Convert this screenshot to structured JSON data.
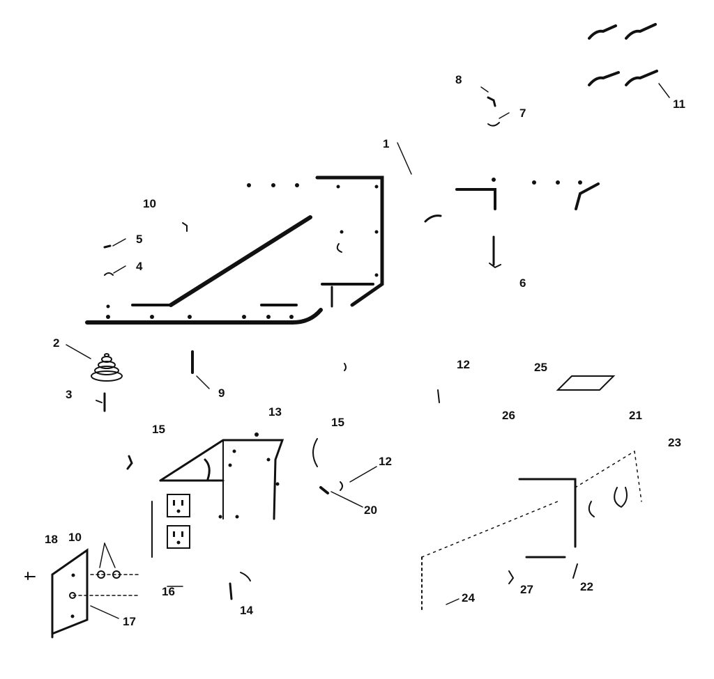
{
  "labels": {
    "l1": "1",
    "l2": "2",
    "l3": "3",
    "l4": "4",
    "l5": "5",
    "l6": "6",
    "l7": "7",
    "l8": "8",
    "l9": "9",
    "l10a": "10",
    "l10b": "10",
    "l11": "11",
    "l12a": "12",
    "l12b": "12",
    "l13": "13",
    "l14": "14",
    "l15a": "15",
    "l15b": "15",
    "l16": "16",
    "l17": "17",
    "l18": "18",
    "l20": "20",
    "l21": "21",
    "l22": "22",
    "l23": "23",
    "l24": "24",
    "l25": "25",
    "l26": "26",
    "l27": "27"
  }
}
